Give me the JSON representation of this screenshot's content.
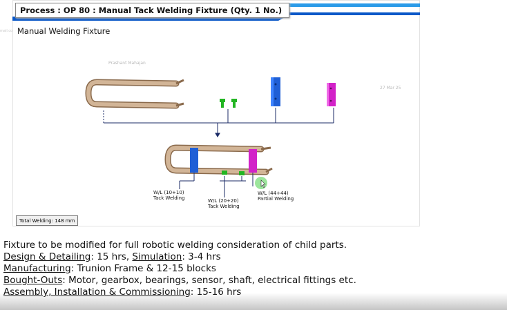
{
  "slide": {
    "title": "Process : OP 80 : Manual Tack Welding Fixture (Qty. 1 No.)",
    "subtitle": "Manual Welding Fixture",
    "watermark_name": "Prashant Mahajan",
    "watermark_date": "27 Mar 25",
    "ghost_text": "mail.co",
    "colors": {
      "accent_blue": "#0a58c8",
      "accent_light": "#2b9be8",
      "frame": "#c8a98a",
      "block_blue": "#1f5fd6",
      "block_magenta": "#d222c8",
      "pin_green": "#22b522"
    }
  },
  "diagram": {
    "labels": {
      "wl1_line1": "W/L (10+10)",
      "wl1_line2": "Tack Welding",
      "wl2_line1": "W/L (20+20)",
      "wl2_line2": "Tack Welding",
      "wl3_line1": "W/L (44+44)",
      "wl3_line2": "Partial Welding"
    },
    "icons": [
      "trunnion-frame-icon",
      "green-pin-icon",
      "blue-block-icon",
      "magenta-block-icon",
      "cursor-icon"
    ]
  },
  "total_welding": "Total Welding: 148 mm",
  "notes": {
    "line1": "Fixture to be modified for full robotic welding consideration of child parts.",
    "design_label": "Design & Detailing",
    "design_value": ": 15 hrs, ",
    "simulation_label": "Simulation",
    "simulation_value": ": 3-4 hrs",
    "manufacturing_label": "Manufacturing",
    "manufacturing_value": ": Trunion Frame & 12-15 blocks",
    "boughtouts_label": "Bought-Outs",
    "boughtouts_value": ": Motor, gearbox, bearings, sensor, shaft, electrical fittings etc.",
    "assembly_label": "Assembly, Installation & Commissioning",
    "assembly_value": ": 15-16 hrs"
  }
}
